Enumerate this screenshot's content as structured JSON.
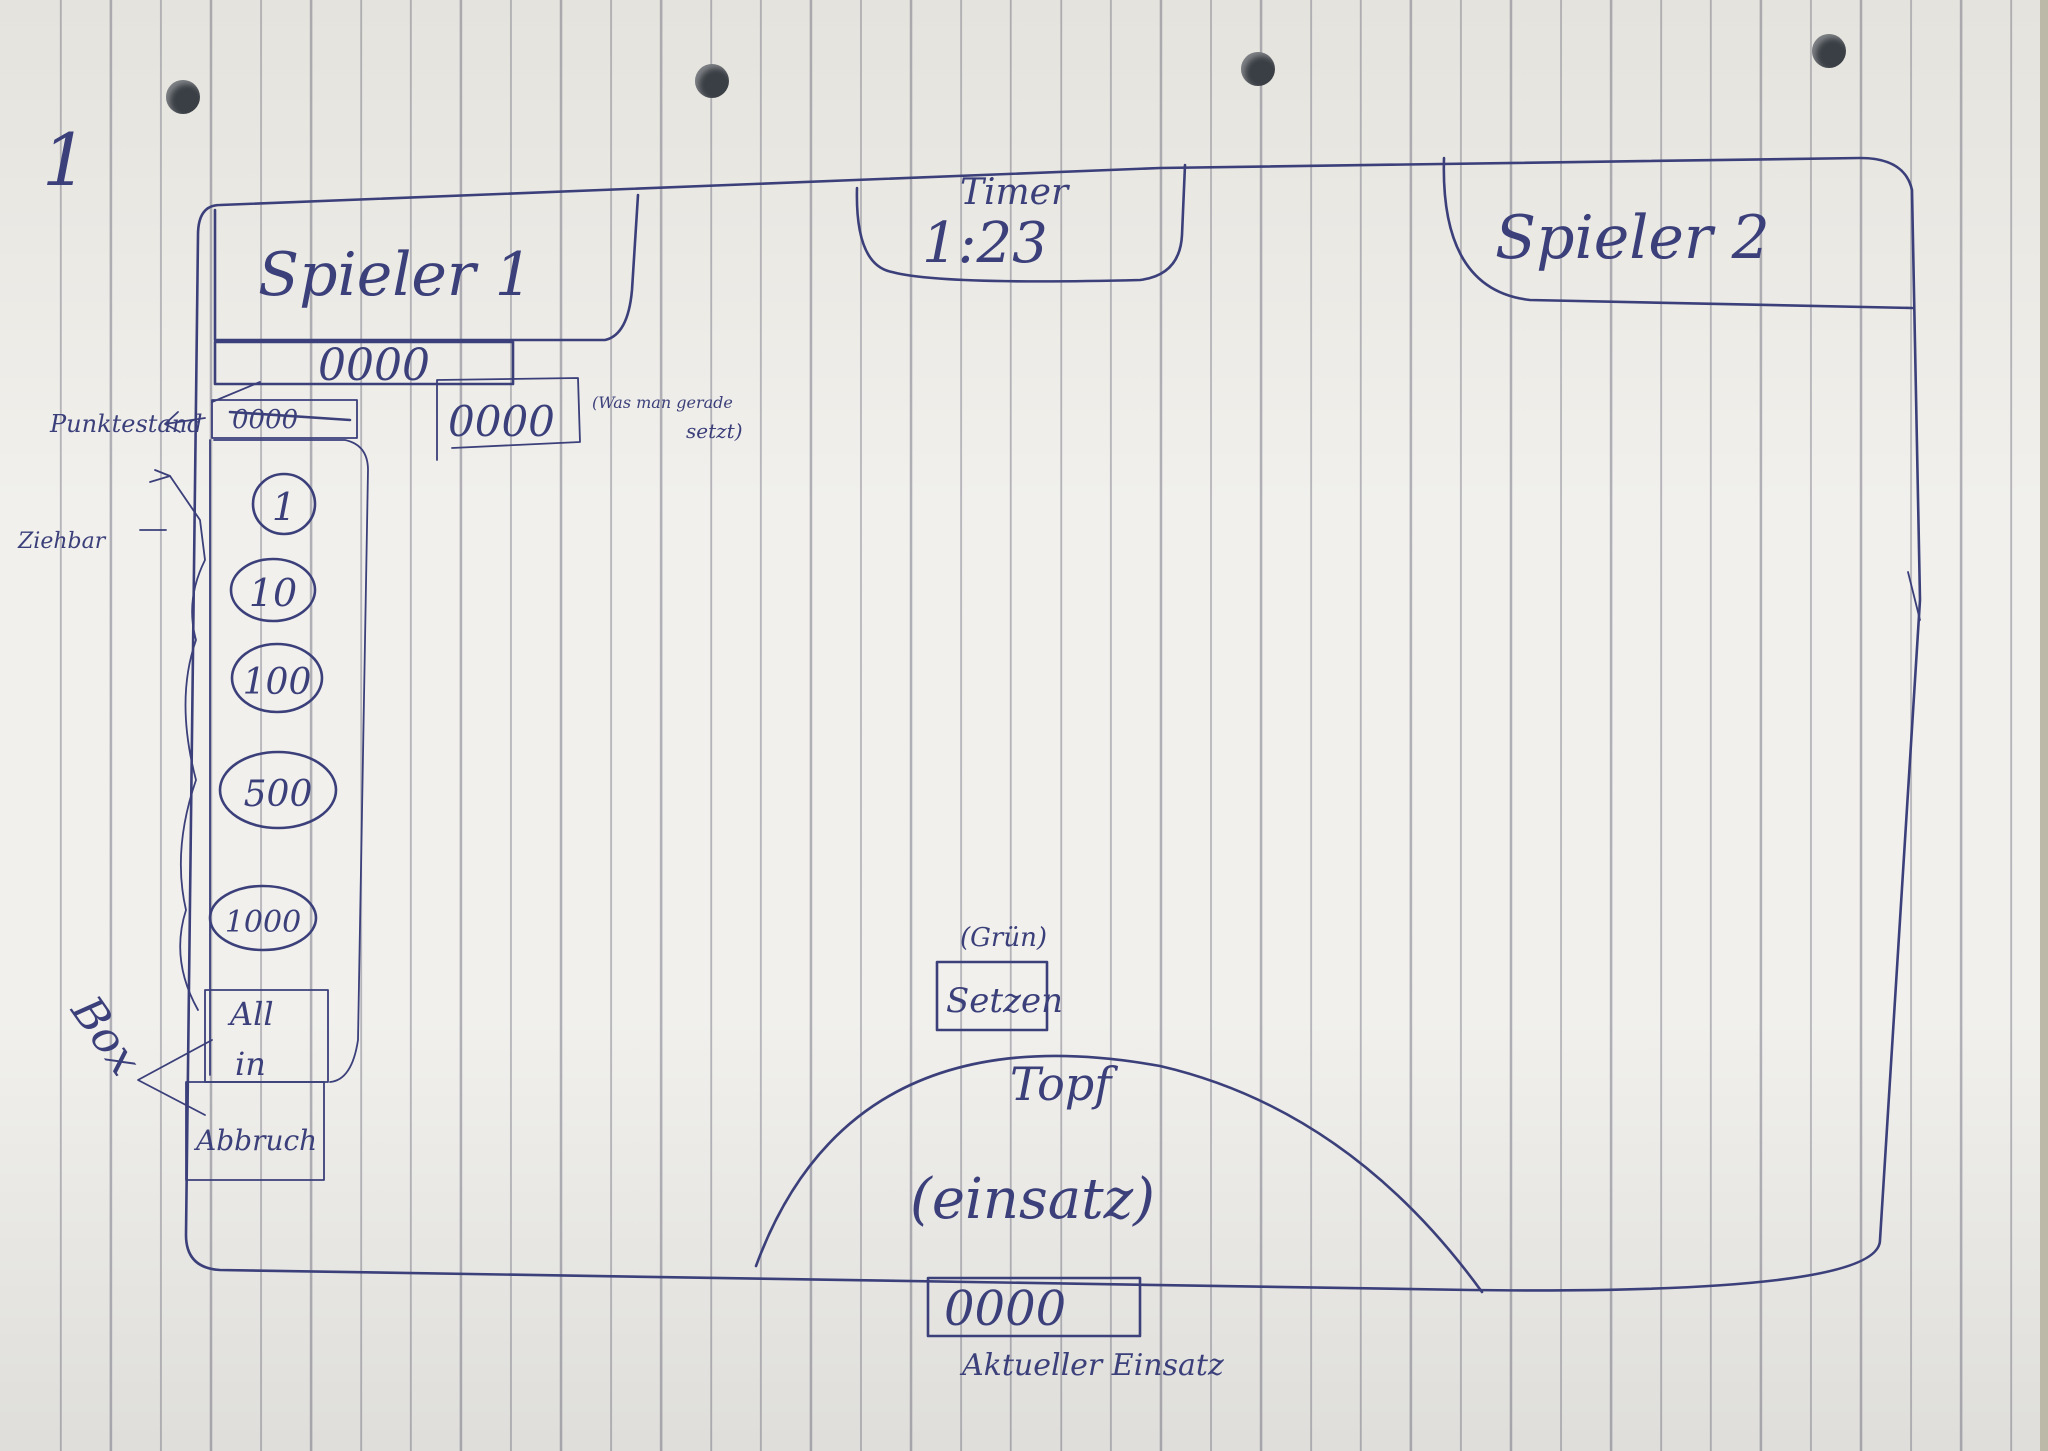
{
  "page_number": "1",
  "player1": {
    "name": "Spieler 1",
    "score_display": "0000",
    "points_display": "0000"
  },
  "player2": {
    "name": "Spieler 2"
  },
  "timer": {
    "label": "Timer",
    "value": "1:23"
  },
  "current_bet": {
    "value": "0000",
    "note_line1": "(Was man gerade",
    "note_line2": "setzt)"
  },
  "annotations": {
    "points_label": "Punktestand",
    "drag_label": "Ziehbar",
    "box_label": "Box"
  },
  "chips": [
    {
      "label": "1"
    },
    {
      "label": "10"
    },
    {
      "label": "100"
    },
    {
      "label": "500"
    },
    {
      "label": "1000"
    }
  ],
  "buttons": {
    "all_in_line1": "All",
    "all_in_line2": "in",
    "abort": "Abbruch",
    "set_color_note": "(Grün)",
    "set": "Setzen"
  },
  "pot": {
    "line1": "Topf",
    "line2": "(einsatz)",
    "value": "0000",
    "caption": "Aktueller Einsatz"
  },
  "colors": {
    "ink": "#3b3f7a",
    "paper": "#f1f0ec",
    "lines": "#5f5f73"
  }
}
